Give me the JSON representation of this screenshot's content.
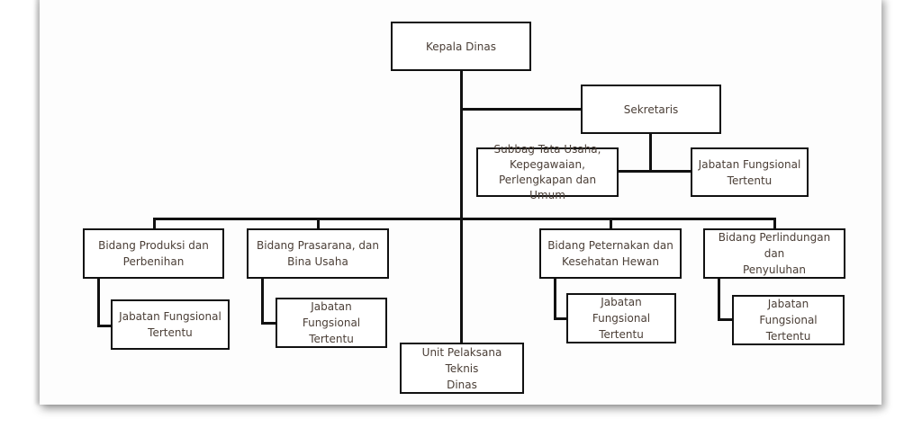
{
  "diagram": {
    "type": "org-chart",
    "head": {
      "label": "Kepala Dinas"
    },
    "secretary": {
      "label": "Sekretaris"
    },
    "secretary_children": [
      {
        "label": "Subbag Tata Usaha,\nKepegawaian,\nPerlengkapan dan Umum"
      },
      {
        "label": "Jabatan Fungsional\nTertentu"
      }
    ],
    "divisions": [
      {
        "label": "Bidang Produksi dan\nPerbenihan",
        "child": "Jabatan Fungsional\nTertentu"
      },
      {
        "label": "Bidang Prasarana, dan\nBina Usaha",
        "child": "Jabatan Fungsional\nTertentu"
      },
      {
        "label": "Bidang Peternakan dan\nKesehatan Hewan",
        "child": "Jabatan Fungsional\nTertentu"
      },
      {
        "label": "Bidang Perlindungan dan\nPenyuluhan",
        "child": "Jabatan Fungsional\nTertentu"
      }
    ],
    "technical_unit": {
      "label": "Unit Pelaksana Teknis\nDinas"
    }
  }
}
